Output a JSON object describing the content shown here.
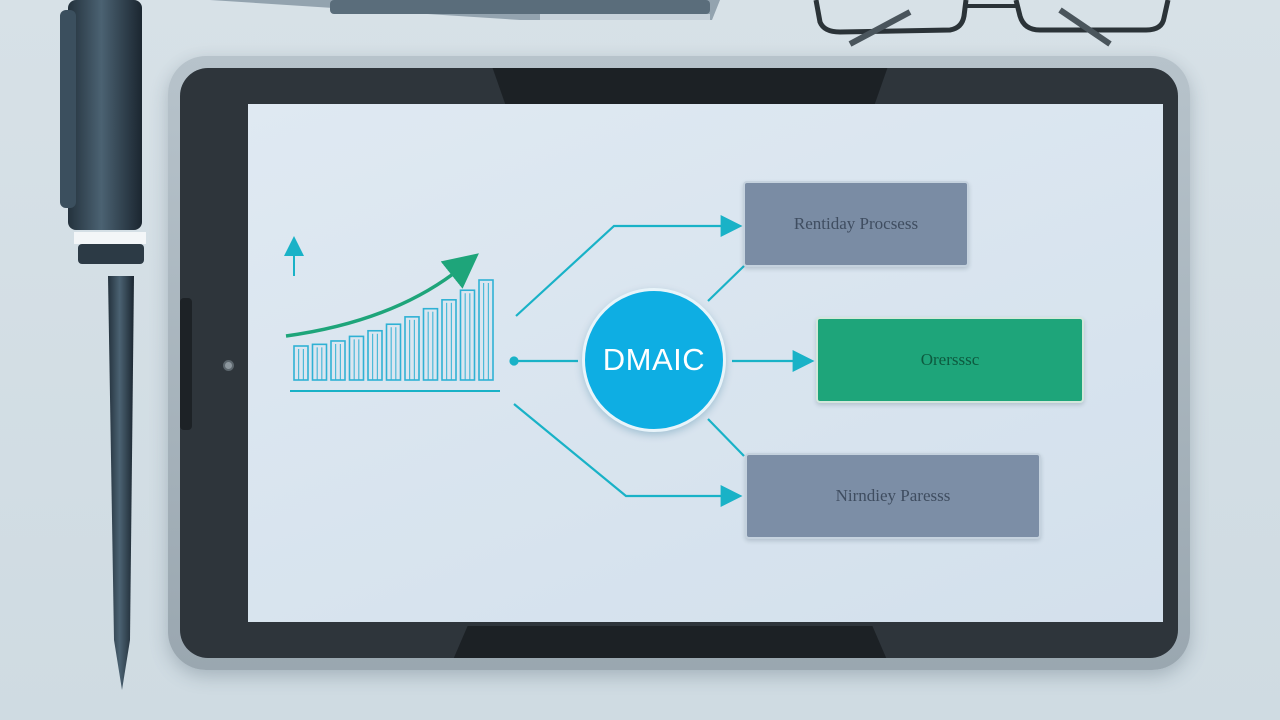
{
  "diagram": {
    "hub": {
      "label": "DMAIC",
      "color": "#0eaee3"
    },
    "nodes": [
      {
        "id": "top",
        "label": "Rentiday Procsess",
        "color": "#7a8ca4"
      },
      {
        "id": "middle",
        "label": "Orersssc",
        "color": "#1ea57a"
      },
      {
        "id": "bottom",
        "label": "Nirndiey Paresss",
        "color": "#7c8ea6"
      }
    ],
    "trend_chart": {
      "bar_count": 11,
      "trend": "rising",
      "line_color": "#1ea57a",
      "bar_color": "#2fb1d4"
    }
  },
  "scene": {
    "objects": [
      "tablet",
      "pen",
      "glasses"
    ],
    "connector_color": "#19b2c7"
  }
}
